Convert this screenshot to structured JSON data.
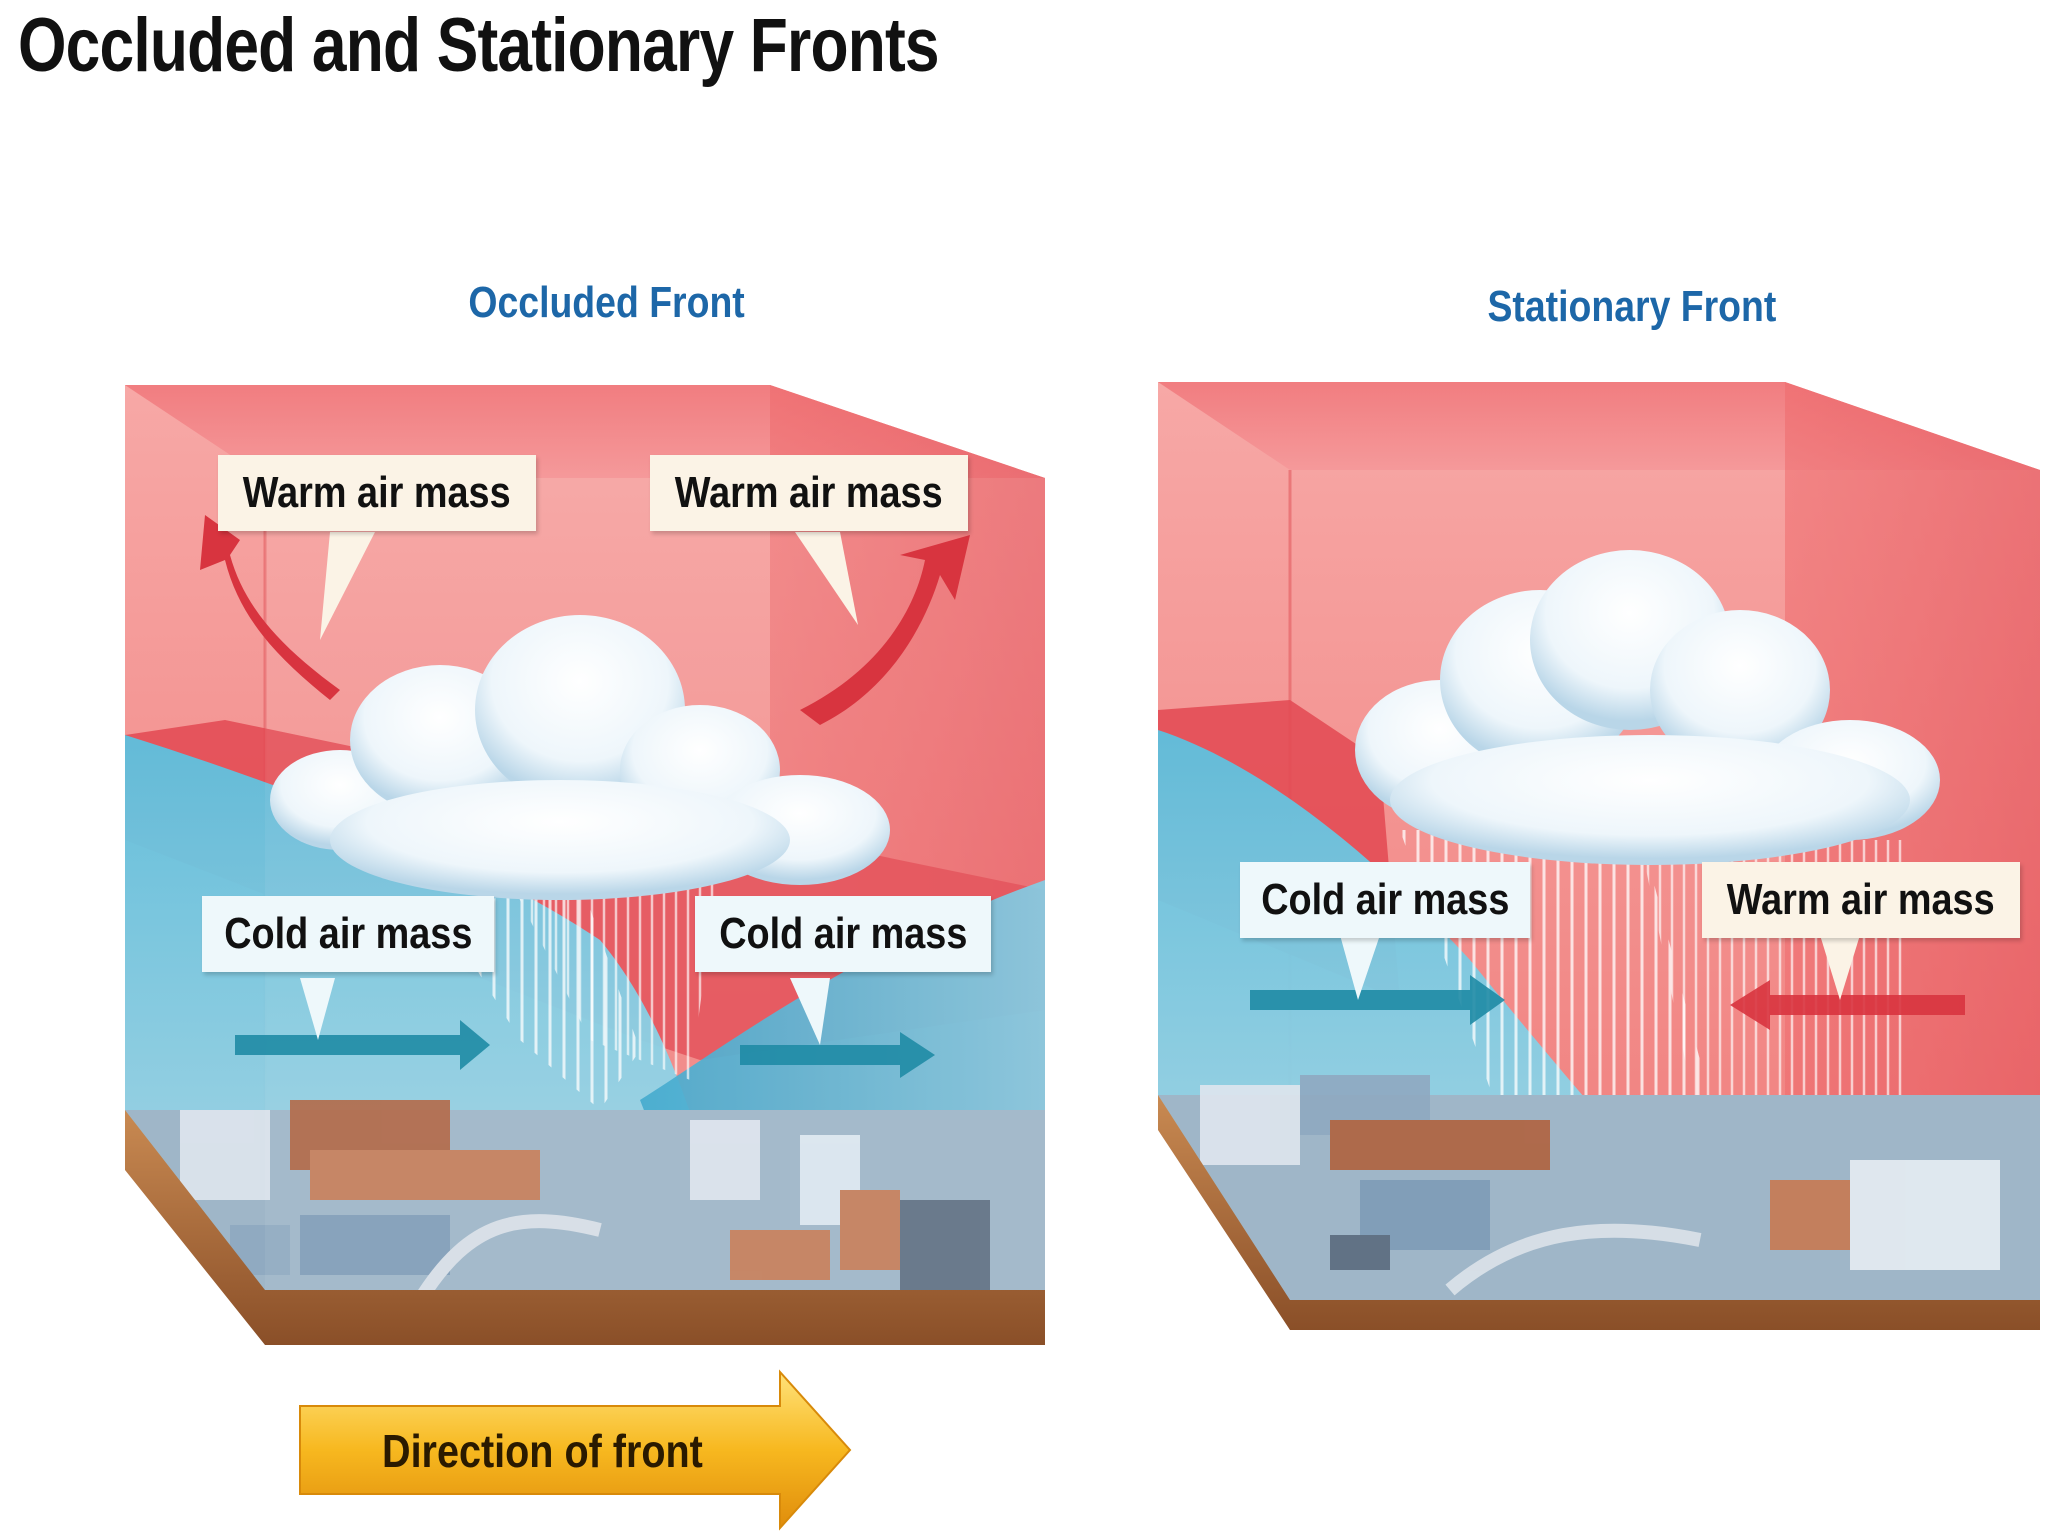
{
  "title": "Occluded and Stationary Fronts",
  "occluded": {
    "title": "Occluded Front",
    "labels": {
      "warm_left": "Warm air mass",
      "warm_right": "Warm air mass",
      "cold_left": "Cold air mass",
      "cold_right": "Cold air mass"
    }
  },
  "stationary": {
    "title": "Stationary Front",
    "labels": {
      "cold": "Cold air mass",
      "warm": "Warm air mass"
    }
  },
  "direction": {
    "label": "Direction of front"
  },
  "colors": {
    "warm": "#e8555a",
    "warm_light": "#f6a3a4",
    "cold": "#4bb3d6",
    "cold_light": "#9fd8ea",
    "ground": "#a8663a",
    "title_blue": "#1d67a8",
    "arrow_yellow": "#f5b21c"
  }
}
